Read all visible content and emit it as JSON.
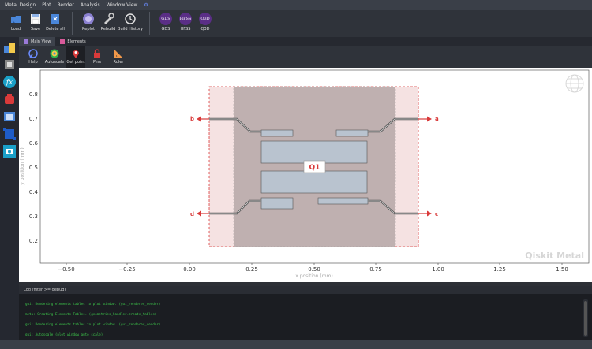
{
  "menu": [
    "Metal Design",
    "Plot",
    "Render",
    "Analysis",
    "Window View"
  ],
  "toolbar": {
    "load": "Load",
    "save": "Save",
    "delete_all": "Delete all",
    "replot": "Replot",
    "rebuild": "Rebuild",
    "build_history": "Build History",
    "gds": "GDS",
    "hfss": "HFSS",
    "q3d": "Q3D",
    "gds_icon": "GDS",
    "hfss_icon": "HFSS",
    "q3d_icon": "Q3D"
  },
  "tabs": {
    "main_view": "Main View",
    "elements": "Elements"
  },
  "view_tools": {
    "help": "Help",
    "autoscale": "Autoscale",
    "get_point": "Get point",
    "pins": "Pins",
    "ruler": "Ruler"
  },
  "plot": {
    "xlabel": "x position (mm)",
    "ylabel": "y position (mm)",
    "x_ticks": [
      "−0.50",
      "−0.25",
      "0.00",
      "0.25",
      "0.50",
      "0.75",
      "1.00",
      "1.25",
      "1.50"
    ],
    "y_ticks": [
      "0.2",
      "0.3",
      "0.4",
      "0.5",
      "0.6",
      "0.7",
      "0.8"
    ],
    "qubit_label": "Q1",
    "pins": [
      "a",
      "b",
      "c",
      "d"
    ],
    "watermark": "Qiskit Metal"
  },
  "log": {
    "title": "Log  (filter >= debug)",
    "lines": [
      "gui: Rendering elements tables to plot window. (gui_renderer_render)",
      "meta: Creating Elements Tables. (geometries_handler.create_tables)",
      "gui: Rendering elements tables to plot window. (gui_renderer_render)",
      "gui: Autoscale (plot_window_auto_scale)"
    ]
  },
  "colors": {
    "accent_red": "#d93a3a",
    "qubit_fill": "#b9c3cf",
    "pocket_fill": "#bfb0b0"
  }
}
